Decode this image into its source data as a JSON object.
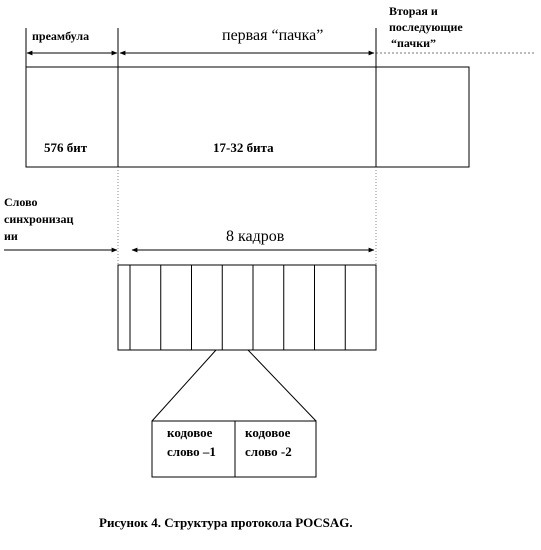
{
  "labels": {
    "preamble": "преамбула",
    "first_batch": "первая “пачка”",
    "next_batches_line1": "Вторая и",
    "next_batches_line2": "последующие",
    "next_batches_line3": "“пачки”",
    "preamble_bits": "576 бит",
    "batch_bits": "17-32 бита",
    "sync_word_line1": "Слово",
    "sync_word_line2": "синхронизац",
    "sync_word_line3": "ии",
    "frames": "8 кадров",
    "codeword1_line1": "кодовое",
    "codeword1_line2": "слово –1",
    "codeword2_line1": "кодовое",
    "codeword2_line2": "слово -2",
    "caption": "Рисунок 4. Структура протокола POCSAG."
  },
  "frame_count": 8
}
